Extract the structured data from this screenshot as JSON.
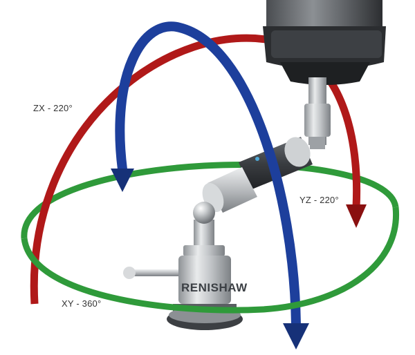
{
  "labels": {
    "zx": "ZX - 220°",
    "yz": "YZ - 220°",
    "xy": "XY - 360°"
  },
  "brand": "RENISHAW",
  "colors": {
    "zx_arc": "#b01919",
    "yz_arc": "#1d3f9c",
    "xy_ring": "#2f9a3a",
    "metal": "#b9bcbf",
    "dark_body": "#3a3d41"
  }
}
